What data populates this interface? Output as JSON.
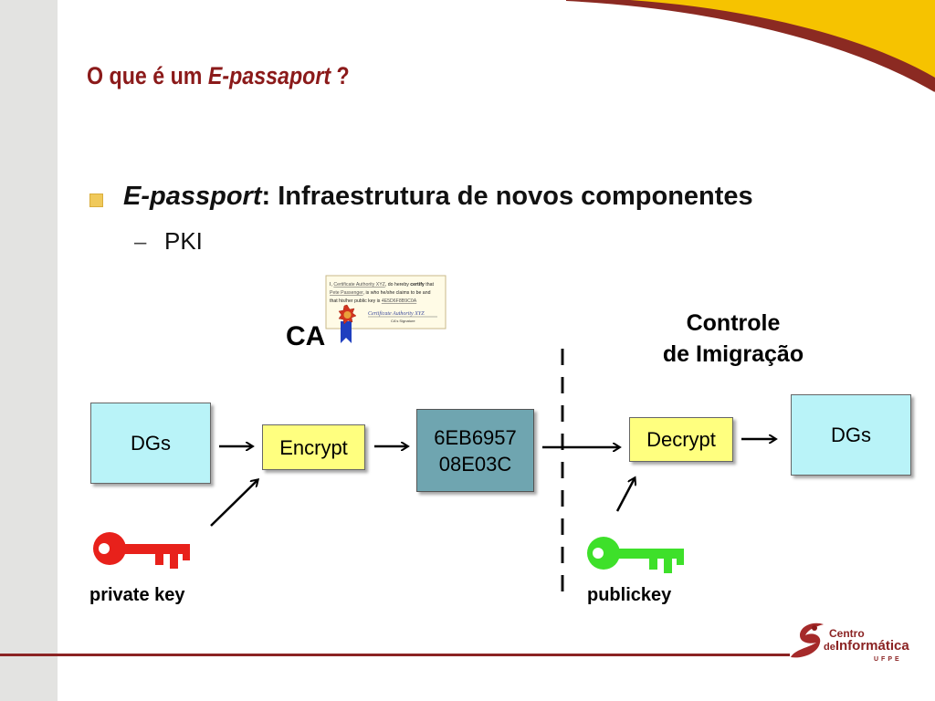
{
  "title": {
    "prefix": "O que é um ",
    "emphasis": "E-passaport",
    "suffix": " ?"
  },
  "bullet": {
    "emphasis": "E-passport",
    "rest": ": Infraestrutura de novos componentes"
  },
  "sub_bullet": {
    "dash": "–",
    "text": "PKI"
  },
  "ca_label": "CA",
  "certificate": {
    "line1_a": "I, ",
    "line1_name": "Certificate Authority XYZ",
    "line1_b": ", do hereby ",
    "line1_bold": "certify",
    "line1_c": " that",
    "line2_name": "Pete Passenger",
    "line2_rest": ", is who he/she claims to be and",
    "line3_a": "that his/her public key is ",
    "line3_key": "4E5D6F8B9C0A",
    "signature": "Certificate Authority XYZ",
    "sig_caption": "CA's Signature"
  },
  "controle_line1": "Controle",
  "controle_line2": "de Imigração",
  "boxes": {
    "dgs_left": "DGs",
    "encrypt": "Encrypt",
    "hash_line1": "6EB6957",
    "hash_line2": "08E03C",
    "decrypt": "Decrypt",
    "dgs_right": "DGs"
  },
  "private_key_label": "private key",
  "public_key_label": "publickey",
  "logo": {
    "line1": "Centro",
    "line2_prefix": "de",
    "line2_main": "Informática",
    "line3": "UFPE"
  },
  "colors": {
    "title": "#8b1a1a",
    "dg_box": "#b9f3f8",
    "operation_box": "#ffff7f",
    "hash_box": "#6fa5b0",
    "private_key": "#e8211b",
    "public_key": "#3ee02a",
    "accent_band": "#f5c400",
    "footer_line": "#8b2323"
  }
}
